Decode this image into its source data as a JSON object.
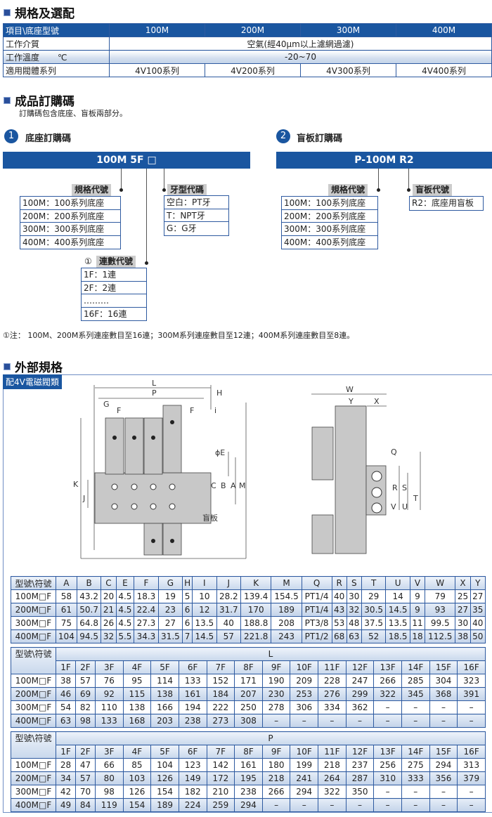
{
  "spec": {
    "title": "規格及選配",
    "headers": [
      "項目\\底座型號",
      "100M",
      "200M",
      "300M",
      "400M"
    ],
    "medium_label": "工作介質",
    "medium_value": "空氣(經40μm以上濾網過濾)",
    "temp_label": "工作溫度",
    "temp_unit": "℃",
    "temp_value": "-20~70",
    "series_label": "適用閥體系列",
    "series": [
      "4V100系列",
      "4V200系列",
      "4V300系列",
      "4V400系列"
    ]
  },
  "order": {
    "title": "成品訂購碼",
    "subtitle": "訂購碼包含底座、盲板兩部分。",
    "base": {
      "num": "1",
      "title": "底座訂購碼",
      "code": "100M 5F □",
      "spec_label": "規格代號",
      "spec_items": [
        "100M：100系列底座",
        "200M：200系列底座",
        "300M：300系列底座",
        "400M：400系列底座"
      ],
      "thread_label": "牙型代碼",
      "thread_items": [
        "空白：PT牙",
        "T：NPT牙",
        "G：G牙"
      ],
      "count_prefix": "①",
      "count_label": "連數代號",
      "count_items": [
        "1F：1連",
        "2F：2連",
        "………",
        "16F：16連"
      ]
    },
    "plate": {
      "num": "2",
      "title": "盲板訂購碼",
      "code": "P-100M R2",
      "spec_label": "規格代號",
      "spec_items": [
        "100M：100系列底座",
        "200M：200系列底座",
        "300M：300系列底座",
        "400M：400系列底座"
      ],
      "plate_label": "盲板代號",
      "plate_items": [
        "R2：底座用盲板"
      ]
    },
    "note": "①注： 100M、200M系列連座數目至16連；300M系列連座數目至12連；400M系列連座數目至8連。"
  },
  "external": {
    "title": "外部規格",
    "tag": "配4V電磁閥類",
    "diagram": {
      "L": "L",
      "P": "P",
      "H": "H",
      "G": "G",
      "F": "F",
      "F2": "F",
      "i": "i",
      "E": "ϕE",
      "K": "K",
      "J": "J",
      "C": "C",
      "B": "B",
      "A": "A",
      "M": "M",
      "blind": "盲板",
      "W": "W",
      "Y": "Y",
      "X": "X",
      "Q": "Q",
      "R": "R",
      "S": "S",
      "T": "T",
      "U": "U",
      "V": "V"
    },
    "dim_table": {
      "headers": [
        "型號\\符號",
        "A",
        "B",
        "C",
        "E",
        "F",
        "G",
        "H",
        "I",
        "J",
        "K",
        "M",
        "Q",
        "R",
        "S",
        "T",
        "U",
        "V",
        "W",
        "X",
        "Y"
      ],
      "rows": [
        [
          "100M□F",
          "58",
          "43.2",
          "20",
          "4.5",
          "18.3",
          "19",
          "5",
          "10",
          "28.2",
          "139.4",
          "154.5",
          "PT1/4",
          "40",
          "30",
          "29",
          "14",
          "9",
          "79",
          "25",
          "27"
        ],
        [
          "200M□F",
          "61",
          "50.7",
          "21",
          "4.5",
          "22.4",
          "23",
          "6",
          "12",
          "31.7",
          "170",
          "189",
          "PT1/4",
          "43",
          "32",
          "30.5",
          "14.5",
          "9",
          "93",
          "27",
          "35"
        ],
        [
          "300M□F",
          "75",
          "64.8",
          "26",
          "4.5",
          "27.3",
          "27",
          "6",
          "13.5",
          "40",
          "188.8",
          "208",
          "PT3/8",
          "53",
          "48",
          "37.5",
          "13.5",
          "11",
          "99.5",
          "30",
          "40"
        ],
        [
          "400M□F",
          "104",
          "94.5",
          "32",
          "5.5",
          "34.3",
          "31.5",
          "7",
          "14.5",
          "57",
          "221.8",
          "243",
          "PT1/2",
          "68",
          "63",
          "52",
          "18.5",
          "18",
          "112.5",
          "38",
          "50"
        ]
      ]
    },
    "l_table": {
      "corner": "型號\\符號",
      "group": "L",
      "cols": [
        "1F",
        "2F",
        "3F",
        "4F",
        "5F",
        "6F",
        "7F",
        "8F",
        "9F",
        "10F",
        "11F",
        "12F",
        "13F",
        "14F",
        "15F",
        "16F"
      ],
      "rows": [
        [
          "100M□F",
          "38",
          "57",
          "76",
          "95",
          "114",
          "133",
          "152",
          "171",
          "190",
          "209",
          "228",
          "247",
          "266",
          "285",
          "304",
          "323"
        ],
        [
          "200M□F",
          "46",
          "69",
          "92",
          "115",
          "138",
          "161",
          "184",
          "207",
          "230",
          "253",
          "276",
          "299",
          "322",
          "345",
          "368",
          "391"
        ],
        [
          "300M□F",
          "54",
          "82",
          "110",
          "138",
          "166",
          "194",
          "222",
          "250",
          "278",
          "306",
          "334",
          "362",
          "–",
          "–",
          "–",
          "–"
        ],
        [
          "400M□F",
          "63",
          "98",
          "133",
          "168",
          "203",
          "238",
          "273",
          "308",
          "–",
          "–",
          "–",
          "–",
          "–",
          "–",
          "–",
          "–"
        ]
      ]
    },
    "p_table": {
      "corner": "型號\\符號",
      "group": "P",
      "cols": [
        "1F",
        "2F",
        "3F",
        "4F",
        "5F",
        "6F",
        "7F",
        "8F",
        "9F",
        "10F",
        "11F",
        "12F",
        "13F",
        "14F",
        "15F",
        "16F"
      ],
      "rows": [
        [
          "100M□F",
          "28",
          "47",
          "66",
          "85",
          "104",
          "123",
          "142",
          "161",
          "180",
          "199",
          "218",
          "237",
          "256",
          "275",
          "294",
          "313"
        ],
        [
          "200M□F",
          "34",
          "57",
          "80",
          "103",
          "126",
          "149",
          "172",
          "195",
          "218",
          "241",
          "264",
          "287",
          "310",
          "333",
          "356",
          "379"
        ],
        [
          "300M□F",
          "42",
          "70",
          "98",
          "126",
          "154",
          "182",
          "210",
          "238",
          "266",
          "294",
          "322",
          "350",
          "–",
          "–",
          "–",
          "–"
        ],
        [
          "400M□F",
          "49",
          "84",
          "119",
          "154",
          "189",
          "224",
          "259",
          "294",
          "–",
          "–",
          "–",
          "–",
          "–",
          "–",
          "–",
          "–"
        ]
      ]
    }
  }
}
